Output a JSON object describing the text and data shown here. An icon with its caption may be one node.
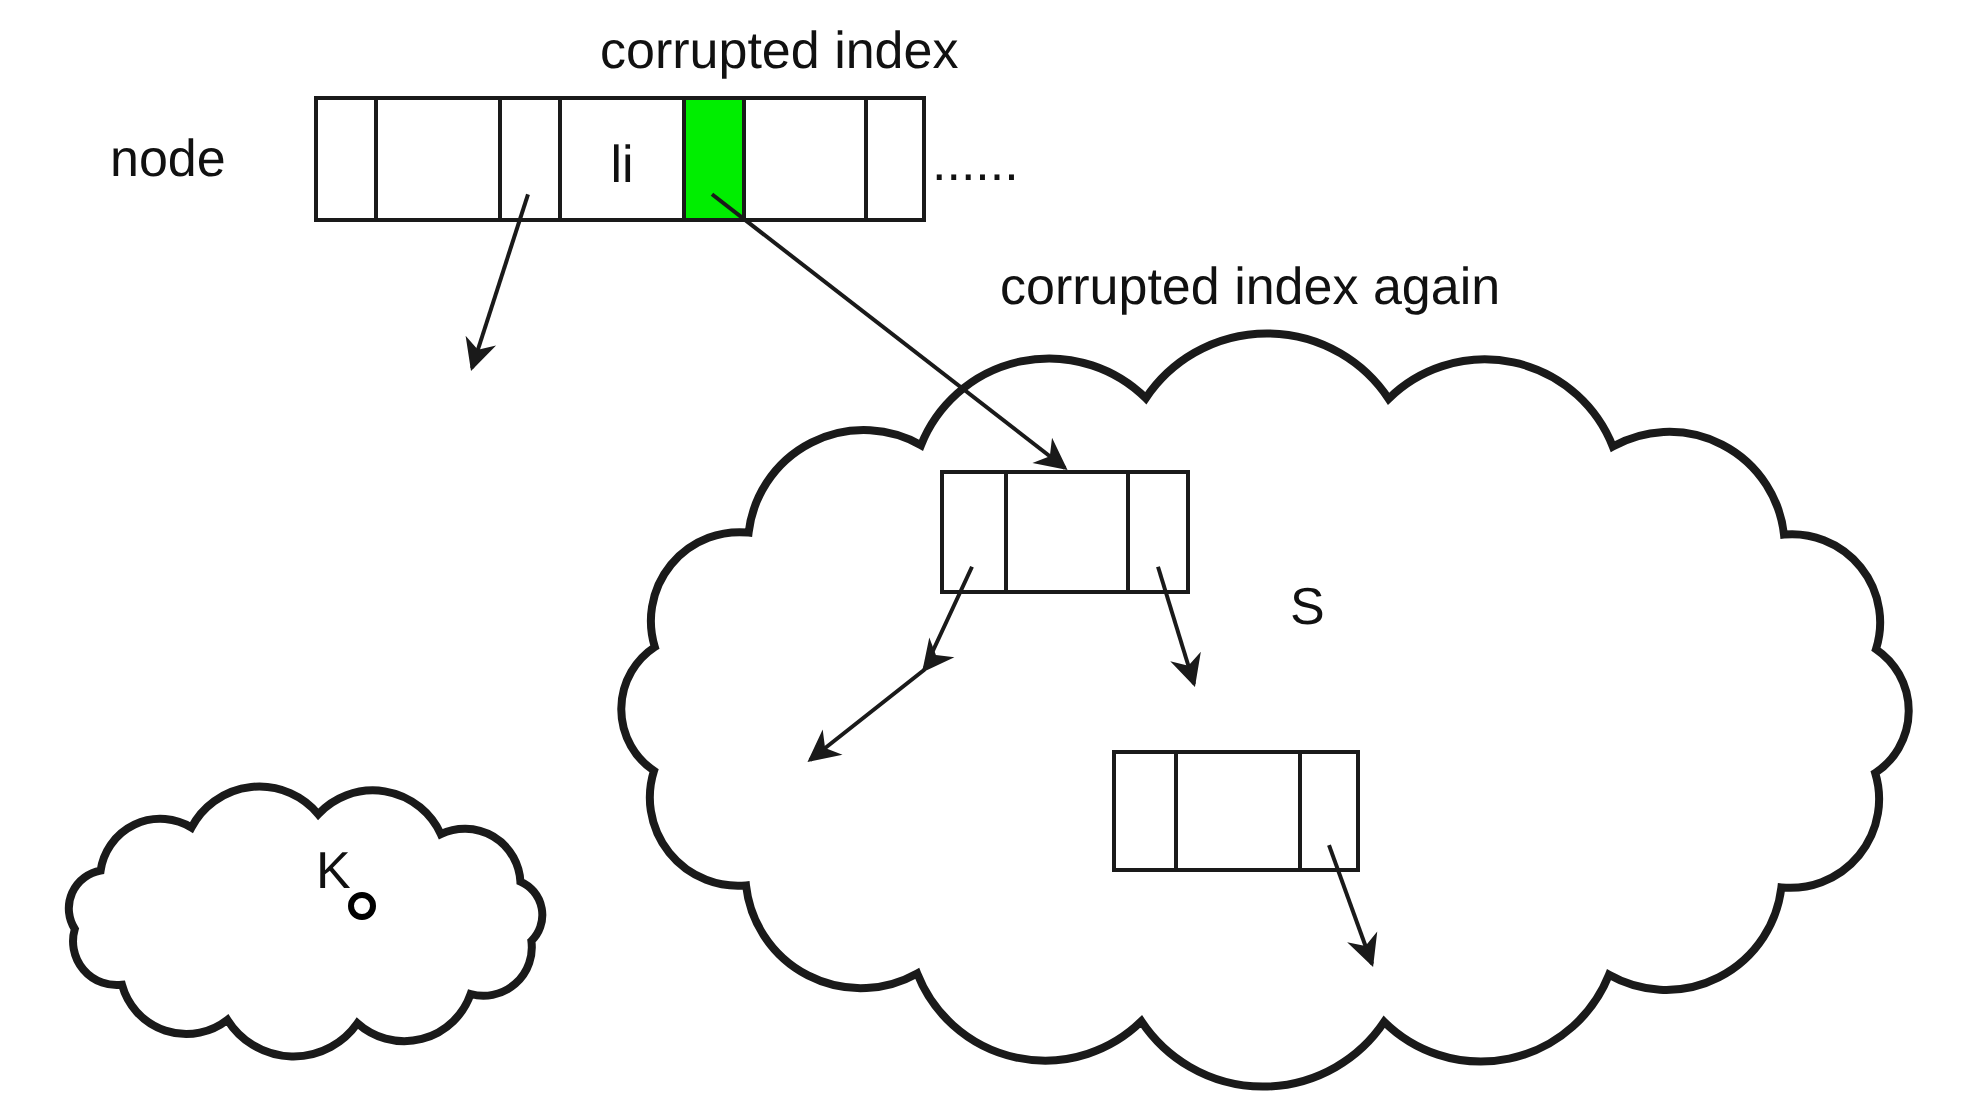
{
  "diagram": {
    "nodes": [
      {
        "text": [],
        "shape": "box",
        "beside": [
          "node"
        ]
      },
      {
        "text": [],
        "shape": "box",
        "in": 0
      },
      {
        "text": [],
        "shape": "box",
        "in": 0
      },
      {
        "text": [],
        "shape": "box",
        "in": 0
      },
      {
        "text": [
          "li"
        ],
        "in": 0
      },
      {
        "text": [],
        "shape": "box",
        "in": 0,
        "beside": [
          "corrupted index"
        ]
      },
      {
        "text": [],
        "shape": "box",
        "in": 0
      },
      {
        "text": [],
        "shape": "box",
        "in": 0,
        "beside": [
          "......"
        ]
      },
      {
        "text": [
          "S"
        ]
      },
      {
        "text": [],
        "shape": "box",
        "in": 8
      },
      {
        "text": [],
        "shape": "box",
        "in": 9
      },
      {
        "text": [],
        "shape": "box",
        "in": 9
      },
      {
        "text": [],
        "shape": "box",
        "in": 9
      },
      {
        "text": [],
        "shape": "box",
        "in": 8
      },
      {
        "text": [],
        "shape": "box",
        "in": 13
      },
      {
        "text": [],
        "shape": "box",
        "in": 13
      },
      {
        "text": [],
        "shape": "box",
        "in": 13
      },
      {
        "text": [
          "K"
        ]
      },
      {
        "text": [],
        "shape": "circle",
        "in": 17
      }
    ],
    "edges": [
      {
        "from": 3,
        "to": null,
        "arrow": "to"
      },
      {
        "from": 5,
        "to": 11,
        "arrow": "to"
      },
      {
        "from": 10,
        "to": null,
        "arrow": "to"
      },
      {
        "from": 12,
        "to": null,
        "arrow": "to"
      },
      {
        "from": 16,
        "to": null,
        "arrow": "to"
      }
    ],
    "labels": [
      "corrupted index again"
    ]
  }
}
